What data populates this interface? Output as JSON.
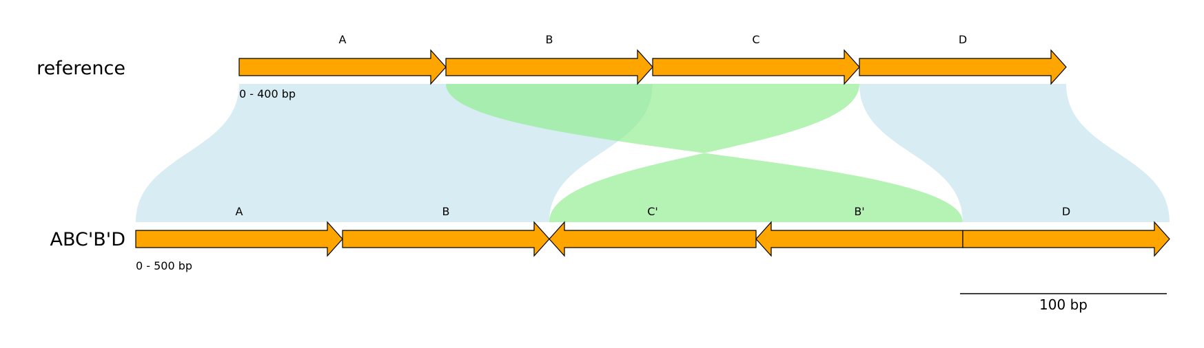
{
  "colors": {
    "feature_fill": "#FFA500",
    "feature_stroke": "#000000",
    "forward_link": "#ADD8E6",
    "inverted_link": "#90EE90"
  },
  "tracks": [
    {
      "id": "reference",
      "name": "reference",
      "range_label": "0 - 400 bp",
      "start_bp": 0,
      "length_bp": 400,
      "features": [
        {
          "label": "A",
          "start": 0,
          "end": 100,
          "strand": "+"
        },
        {
          "label": "B",
          "start": 100,
          "end": 200,
          "strand": "+"
        },
        {
          "label": "C",
          "start": 200,
          "end": 300,
          "strand": "+"
        },
        {
          "label": "D",
          "start": 300,
          "end": 400,
          "strand": "+"
        }
      ]
    },
    {
      "id": "abcbd",
      "name": "ABC'B'D",
      "range_label": "0 - 500 bp",
      "start_bp": 0,
      "length_bp": 500,
      "features": [
        {
          "label": "A",
          "start": 0,
          "end": 100,
          "strand": "+"
        },
        {
          "label": "B",
          "start": 100,
          "end": 200,
          "strand": "+"
        },
        {
          "label": "C'",
          "start": 200,
          "end": 300,
          "strand": "-"
        },
        {
          "label": "B'",
          "start": 300,
          "end": 400,
          "strand": "-"
        },
        {
          "label": "D",
          "start": 400,
          "end": 500,
          "strand": "+"
        }
      ]
    }
  ],
  "links": [
    {
      "ref": [
        0,
        200
      ],
      "query": [
        0,
        200
      ],
      "type": "forward"
    },
    {
      "ref": [
        100,
        300
      ],
      "query": [
        400,
        200
      ],
      "type": "inverted"
    },
    {
      "ref": [
        300,
        400
      ],
      "query": [
        400,
        500
      ],
      "type": "forward"
    }
  ],
  "scale_bar": {
    "label": "100 bp",
    "length_bp": 100
  }
}
